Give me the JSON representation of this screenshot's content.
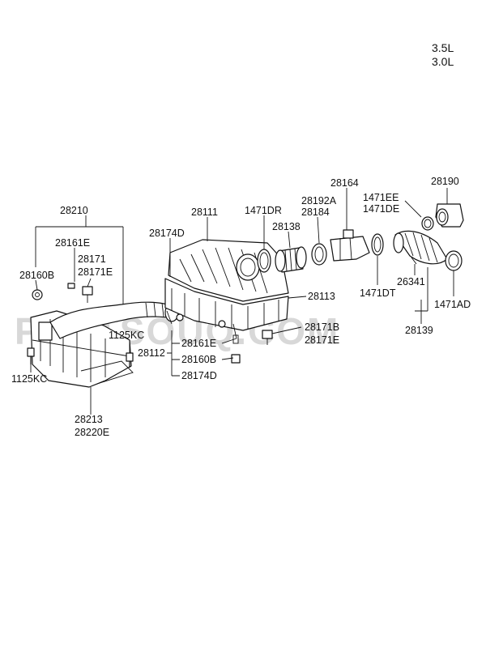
{
  "engine": [
    "3.5L",
    "3.0L"
  ],
  "watermark": "PARTSOUQ.COM",
  "labels": {
    "p28210": "28210",
    "p28161E_a": "28161E",
    "p28160B_a": "28160B",
    "p28171_a": "28171",
    "p28171E_a": "28171E",
    "p1125KC_a": "1125KC",
    "p1125KC_b": "1125KC",
    "p28213": "28213",
    "p28220E": "28220E",
    "p28174D_a": "28174D",
    "p28111": "28111",
    "p28112": "28112",
    "p28161E_b": "28161E",
    "p28160B_b": "28160B",
    "p28174D_b": "28174D",
    "p28171B": "28171B",
    "p28171E_b": "28171E",
    "p28113": "28113",
    "p1471DR": "1471DR",
    "p28138": "28138",
    "p28192A": "28192A",
    "p28184": "28184",
    "p28164": "28164",
    "p1471DT": "1471DT",
    "p1471EE": "1471EE",
    "p1471DE": "1471DE",
    "p28190": "28190",
    "p26341": "26341",
    "p1471AD": "1471AD",
    "p28139": "28139"
  }
}
